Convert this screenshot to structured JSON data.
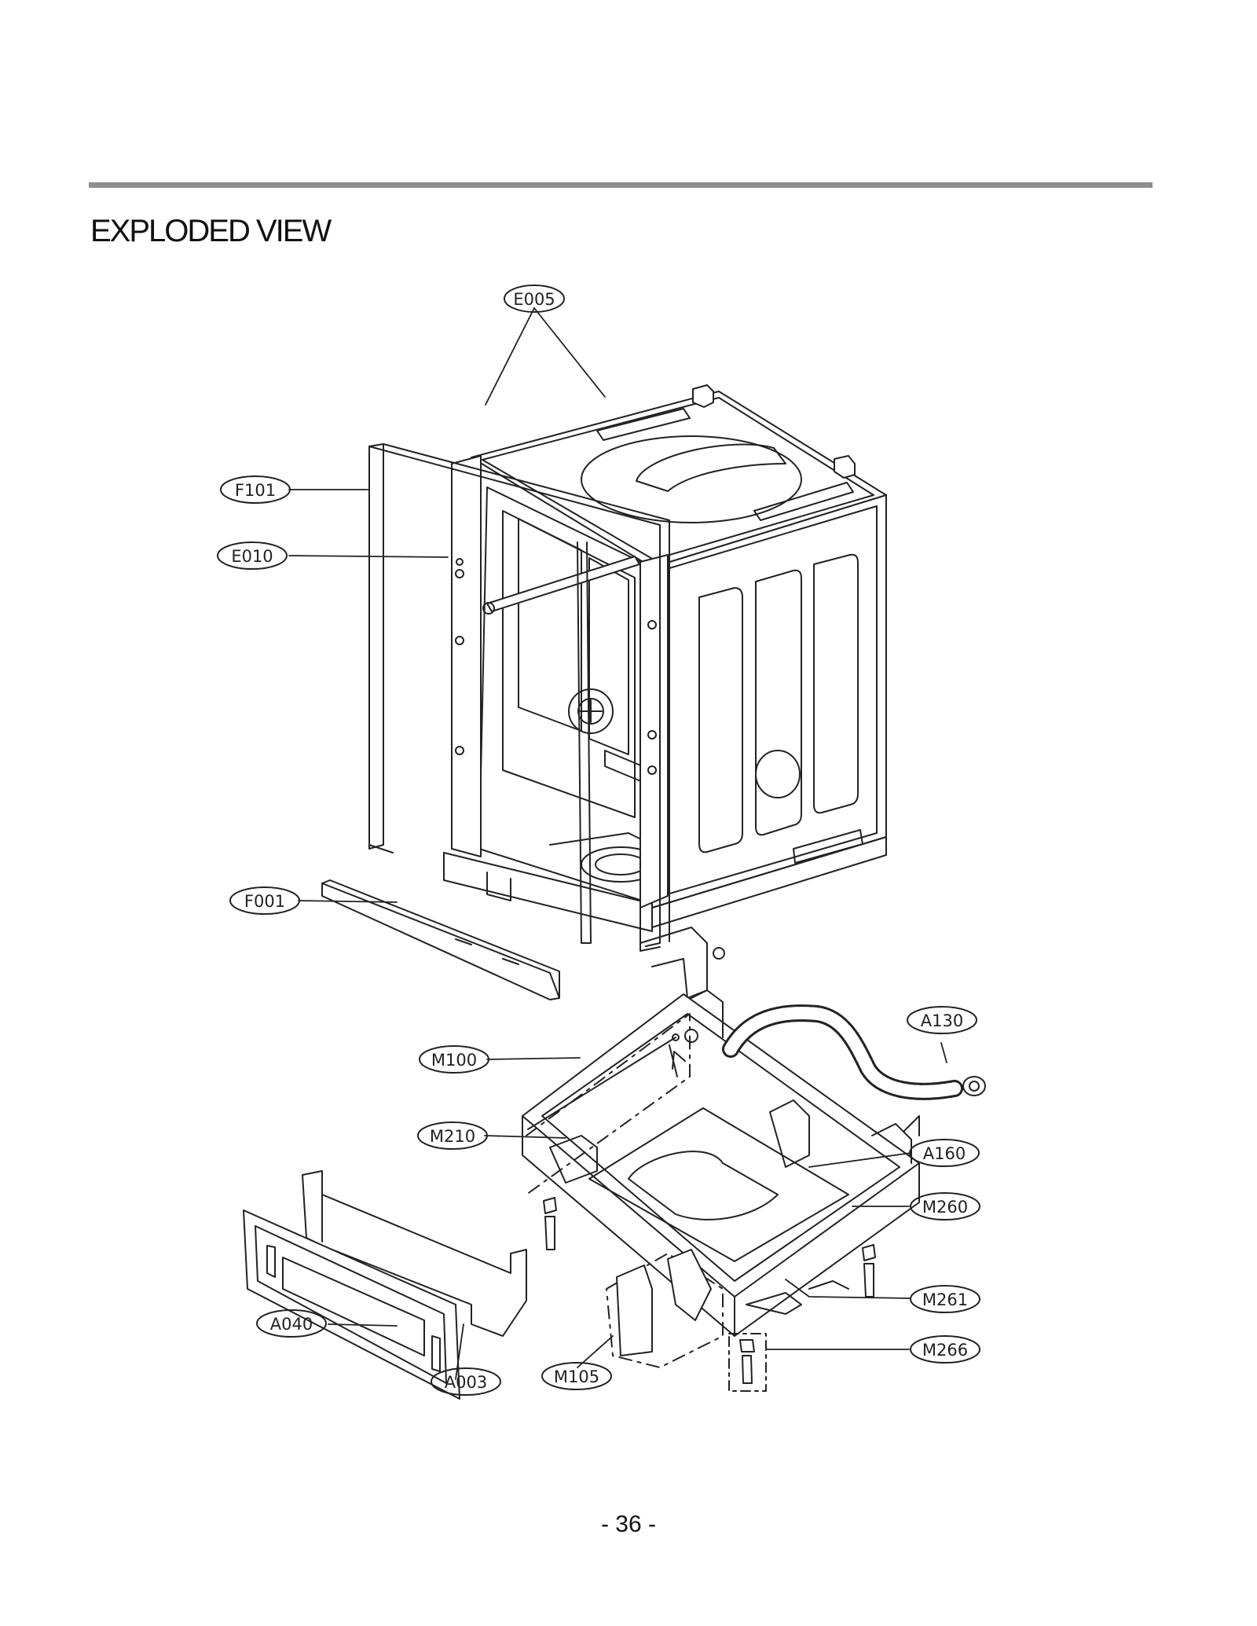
{
  "header": {
    "title": "EXPLODED VIEW"
  },
  "callouts": {
    "e005": "E005",
    "f101": "F101",
    "e010": "E010",
    "f001": "F001",
    "m100": "M100",
    "m210": "M210",
    "a130": "A130",
    "a160": "A160",
    "m260": "M260",
    "m261": "M261",
    "m266": "M266",
    "a040": "A040",
    "a003": "A003",
    "m105": "M105"
  },
  "footer": {
    "page_number": "- 36 -"
  }
}
